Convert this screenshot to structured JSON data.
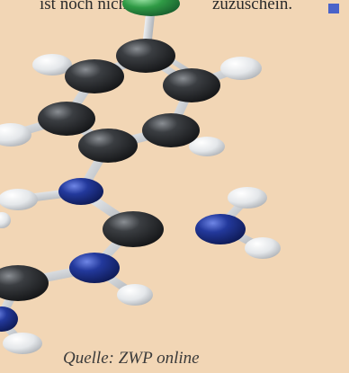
{
  "top_text": {
    "left": "ist noch nicht",
    "right": "zuzuschein."
  },
  "caption": "Quelle: ZWP online",
  "colors": {
    "background": "#f2d6b5",
    "carbon": "#2b2d30",
    "nitrogen": "#1f3596",
    "hydrogen": "#e8eaec",
    "chlorine": "#2f9a45",
    "bond": "#cfd3d8"
  }
}
